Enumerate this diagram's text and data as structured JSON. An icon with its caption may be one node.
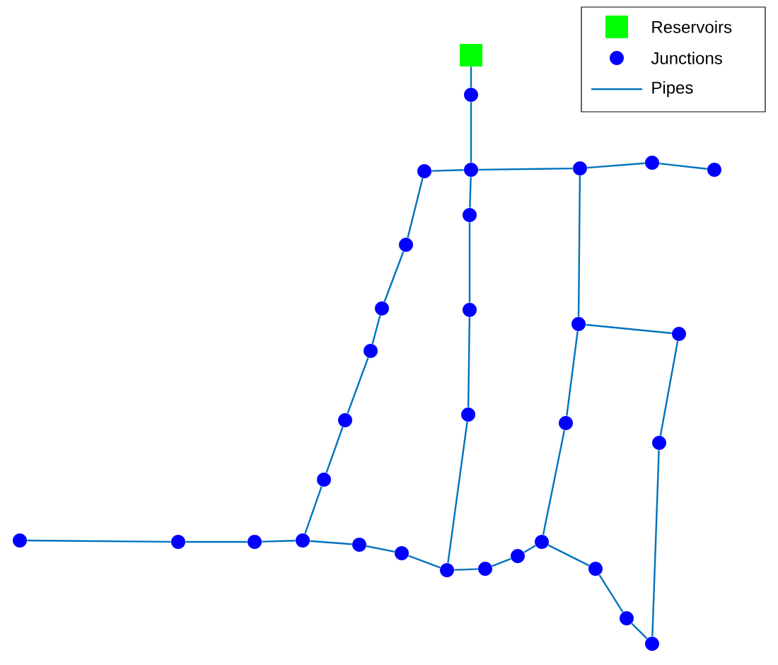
{
  "diagram": {
    "nodes": [
      {
        "text": [],
        "shape": "box"
      },
      {
        "text": [],
        "shape": "circle"
      },
      {
        "text": [],
        "shape": "circle"
      },
      {
        "text": [],
        "shape": "circle"
      },
      {
        "text": [],
        "shape": "circle"
      },
      {
        "text": [],
        "shape": "circle"
      },
      {
        "text": [],
        "shape": "circle"
      },
      {
        "text": [],
        "shape": "circle"
      },
      {
        "text": [],
        "shape": "circle"
      },
      {
        "text": [],
        "shape": "circle"
      },
      {
        "text": [],
        "shape": "circle"
      },
      {
        "text": [],
        "shape": "circle"
      },
      {
        "text": [],
        "shape": "circle"
      },
      {
        "text": [],
        "shape": "circle"
      },
      {
        "text": [],
        "shape": "circle"
      },
      {
        "text": [],
        "shape": "circle"
      },
      {
        "text": [],
        "shape": "circle"
      },
      {
        "text": [],
        "shape": "circle"
      },
      {
        "text": [],
        "shape": "circle"
      },
      {
        "text": [],
        "shape": "circle"
      },
      {
        "text": [],
        "shape": "circle"
      },
      {
        "text": [],
        "shape": "circle"
      },
      {
        "text": [],
        "shape": "circle"
      },
      {
        "text": [],
        "shape": "circle"
      },
      {
        "text": [],
        "shape": "circle"
      },
      {
        "text": [],
        "shape": "circle"
      },
      {
        "text": [],
        "shape": "circle"
      },
      {
        "text": [],
        "shape": "circle"
      },
      {
        "text": [],
        "shape": "circle"
      },
      {
        "text": [],
        "shape": "circle"
      },
      {
        "text": [],
        "shape": "circle"
      },
      {
        "text": [],
        "shape": "circle"
      }
    ],
    "edges": [
      {
        "from": 0,
        "to": 1,
        "arrow": "none"
      },
      {
        "from": 1,
        "to": 3,
        "arrow": "none"
      },
      {
        "from": 3,
        "to": 2,
        "arrow": "none"
      },
      {
        "from": 3,
        "to": 4,
        "arrow": "none"
      },
      {
        "from": 4,
        "to": 5,
        "arrow": "none"
      },
      {
        "from": 5,
        "to": 6,
        "arrow": "none"
      },
      {
        "from": 3,
        "to": 7,
        "arrow": "none"
      },
      {
        "from": 7,
        "to": 9,
        "arrow": "none"
      },
      {
        "from": 9,
        "to": 14,
        "arrow": "none"
      },
      {
        "from": 14,
        "to": 25,
        "arrow": "none"
      },
      {
        "from": 2,
        "to": 8,
        "arrow": "none"
      },
      {
        "from": 8,
        "to": 10,
        "arrow": "none"
      },
      {
        "from": 10,
        "to": 13,
        "arrow": "none"
      },
      {
        "from": 13,
        "to": 15,
        "arrow": "none"
      },
      {
        "from": 15,
        "to": 18,
        "arrow": "none"
      },
      {
        "from": 18,
        "to": 22,
        "arrow": "none"
      },
      {
        "from": 19,
        "to": 20,
        "arrow": "none"
      },
      {
        "from": 20,
        "to": 21,
        "arrow": "none"
      },
      {
        "from": 21,
        "to": 22,
        "arrow": "none"
      },
      {
        "from": 22,
        "to": 23,
        "arrow": "none"
      },
      {
        "from": 23,
        "to": 24,
        "arrow": "none"
      },
      {
        "from": 24,
        "to": 25,
        "arrow": "none"
      },
      {
        "from": 25,
        "to": 26,
        "arrow": "none"
      },
      {
        "from": 26,
        "to": 27,
        "arrow": "none"
      },
      {
        "from": 27,
        "to": 28,
        "arrow": "none"
      },
      {
        "from": 28,
        "to": 29,
        "arrow": "none"
      },
      {
        "from": 29,
        "to": 30,
        "arrow": "none"
      },
      {
        "from": 30,
        "to": 31,
        "arrow": "none"
      },
      {
        "from": 4,
        "to": 11,
        "arrow": "none"
      },
      {
        "from": 11,
        "to": 16,
        "arrow": "none"
      },
      {
        "from": 16,
        "to": 28,
        "arrow": "none"
      },
      {
        "from": 11,
        "to": 12,
        "arrow": "none"
      },
      {
        "from": 12,
        "to": 17,
        "arrow": "none"
      },
      {
        "from": 17,
        "to": 31,
        "arrow": "none"
      }
    ],
    "legend": [
      {
        "text": "Reservoirs",
        "color": "#00ff00"
      },
      {
        "text": "Junctions"
      },
      {
        "text": "Pipes"
      }
    ]
  }
}
